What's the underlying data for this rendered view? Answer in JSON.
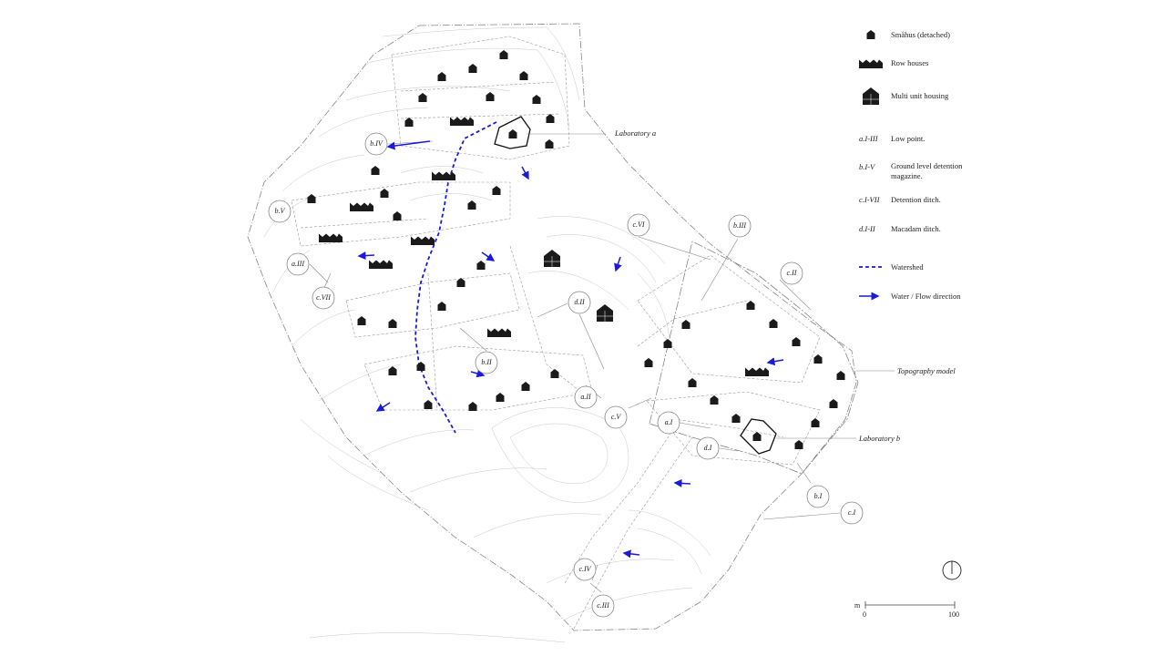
{
  "legend": {
    "items": [
      {
        "symbol": "house-icon",
        "text": "Småhus (detached)"
      },
      {
        "symbol": "row-houses-icon",
        "text": "Row houses"
      },
      {
        "symbol": "multi-unit-icon",
        "text": "Multi unit housing"
      }
    ],
    "codes": [
      {
        "code": "a.I-III",
        "text": "Low point."
      },
      {
        "code": "b.I-V",
        "text": "Ground level detention magazine."
      },
      {
        "code": "c.I-VII",
        "text": "Detention ditch."
      },
      {
        "code": "d.I-II",
        "text": "Macadam ditch."
      }
    ],
    "lines": [
      {
        "symbol": "watershed-line",
        "text": "Watershed",
        "color": "#1a1adb"
      },
      {
        "symbol": "flow-arrow",
        "text": "Water / Flow direction",
        "color": "#1a1adb"
      }
    ]
  },
  "callouts": {
    "laboratory_a": "Laboratory a",
    "laboratory_b": "Laboratory b",
    "topography_model": "Topography model"
  },
  "markers": [
    "b.IV",
    "b.V",
    "a.III",
    "c.VII",
    "c.VI",
    "b.III",
    "c.II",
    "d.II",
    "b.II",
    "a.II",
    "c.V",
    "a.I",
    "d.I",
    "b.I",
    "c.I",
    "c.IV",
    "c.III"
  ],
  "scale": {
    "unit": "m",
    "start": "0",
    "end": "100"
  },
  "colors": {
    "accent": "#1a1adb",
    "ink": "#1a1a1a",
    "line": "#9a9a9a"
  }
}
